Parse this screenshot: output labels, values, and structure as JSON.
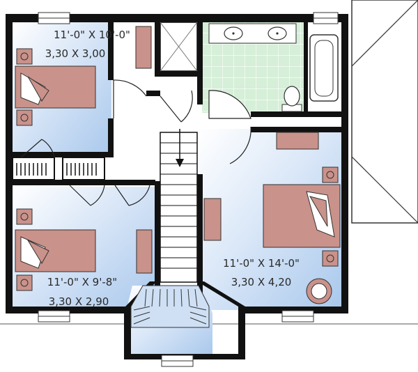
{
  "rooms": {
    "bedroom_top_left": {
      "imperial": "11'-0\" X 10'-0\"",
      "metric": "3,30 X 3,00"
    },
    "bedroom_bottom_left": {
      "imperial": "11'-0\" X 9'-8\"",
      "metric": "3,30 X 2,90"
    },
    "bedroom_master": {
      "imperial": "11'-0\" X 14'-0\"",
      "metric": "3,30 X 4,20"
    }
  },
  "colors": {
    "wall": "#111111",
    "room_gradient_light": "#ffffff",
    "room_gradient_blue": "#a9c8ec",
    "furniture": "#c9928a",
    "bath_tile": "#d6efd8",
    "roof": "#ffffff"
  }
}
